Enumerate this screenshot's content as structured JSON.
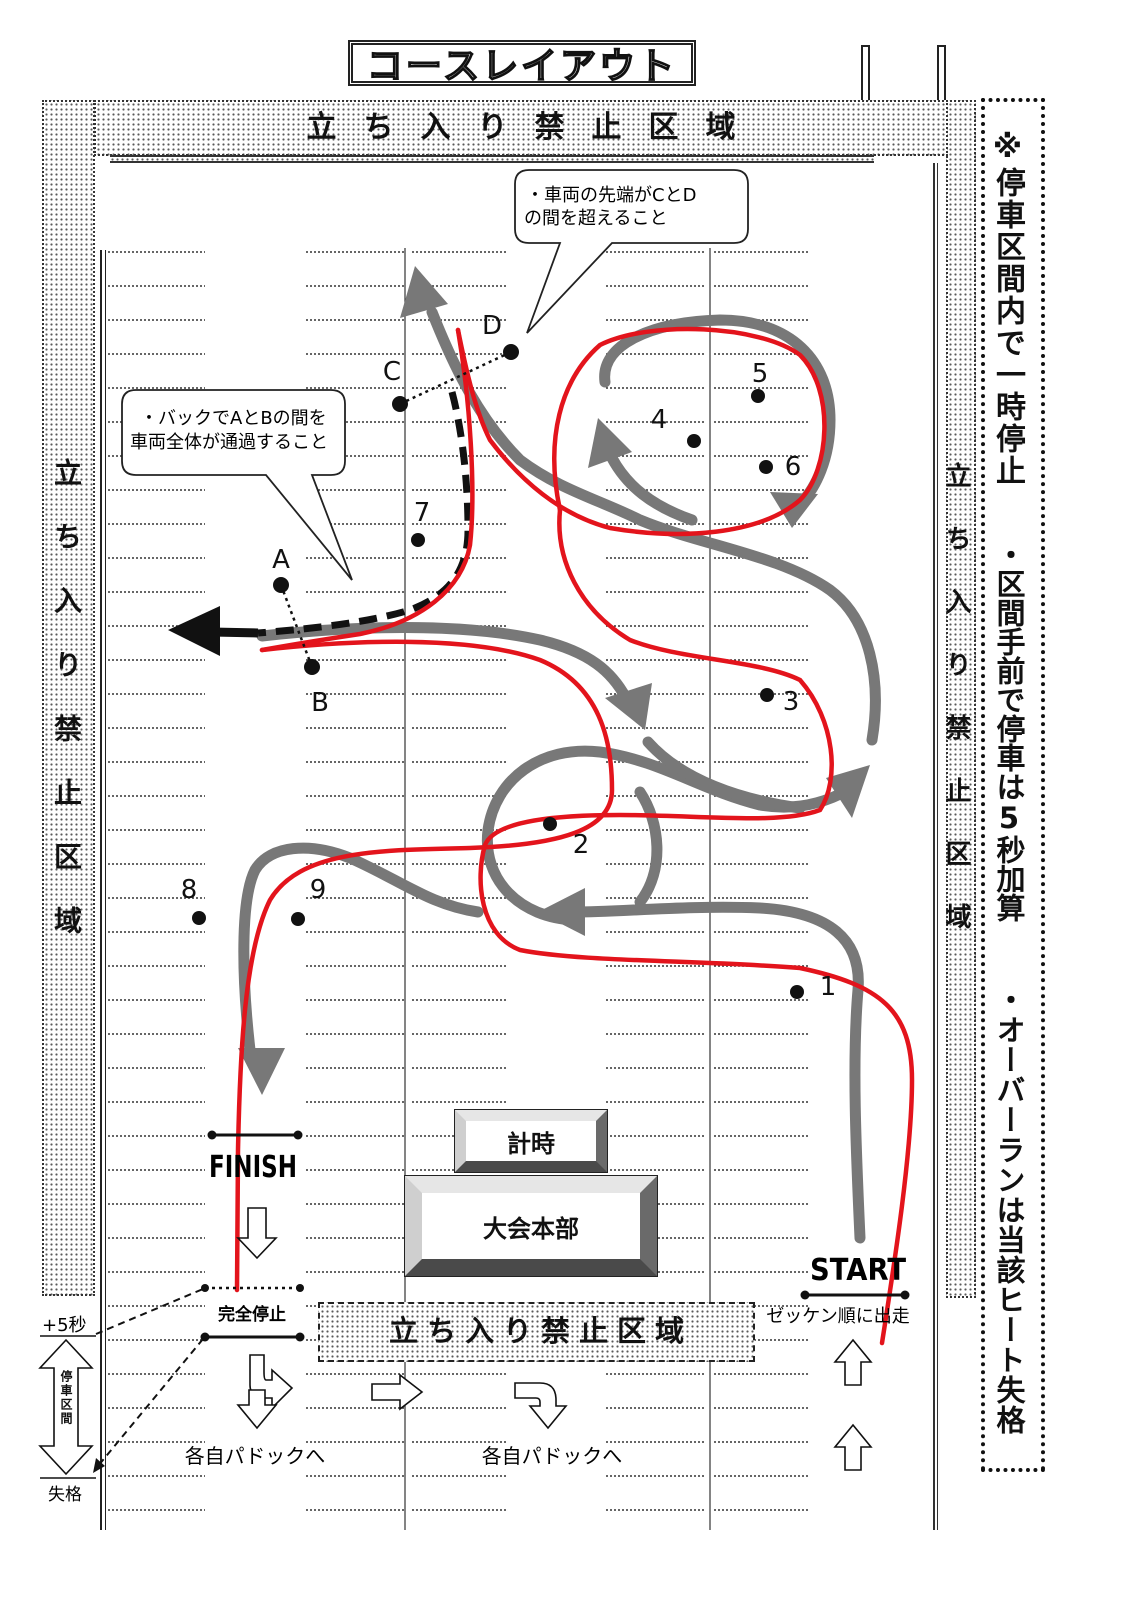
{
  "title": "コースレイアウト",
  "restricted_zone": {
    "top": "立ち入り禁止区域",
    "left": "立ち入り禁止区域",
    "right": "立ち入り禁止区域",
    "bottom": "立ち入り禁止区域"
  },
  "notes": [
    "※停車区間内で一時停止",
    "・区間手前で停車は5秒加算",
    "・オーバーランは当該ヒート失格"
  ],
  "callouts": {
    "cd": [
      "・車両の先端がCとD",
      "の間を超えること"
    ],
    "ab": [
      "・バックでAとBの間を",
      "車両全体が通過すること"
    ]
  },
  "markers": {
    "a": "A",
    "b": "B",
    "c": "C",
    "d": "D",
    "m1": "1",
    "m2": "2",
    "m3": "3",
    "m4": "4",
    "m5": "5",
    "m6": "6",
    "m7": "7",
    "m8": "8",
    "m9": "9"
  },
  "finish": "FINISH",
  "start": "START",
  "full_stop": "完全停止",
  "start_order": "ゼッケン順に出走",
  "timing": "計時",
  "headquarters": "大会本部",
  "penalty": {
    "plus5": "+5秒",
    "stop_zone": "停車区間",
    "dq": "失格"
  },
  "to_paddock": [
    "各自パドックへ",
    "各自パドックへ"
  ],
  "colors": {
    "driven_line": "#e3141c",
    "course_arrow": "#787878",
    "reverse_path": "#111111"
  }
}
